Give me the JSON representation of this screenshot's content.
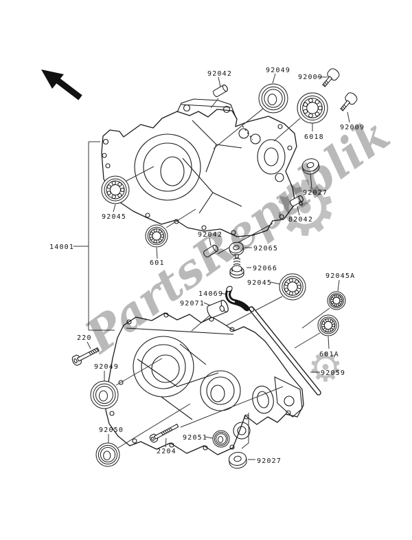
{
  "watermark": {
    "text": "PartsRepublik",
    "gear_icon": "⚙",
    "color": "#adadad"
  },
  "parts": [
    {
      "id": "92042-top",
      "label": "92042"
    },
    {
      "id": "92049-top",
      "label": "92049"
    },
    {
      "id": "92009-a",
      "label": "92009"
    },
    {
      "id": "6018",
      "label": "6018"
    },
    {
      "id": "92009-b",
      "label": "92009"
    },
    {
      "id": "92027-upper",
      "label": "92027"
    },
    {
      "id": "82042",
      "label": "82042"
    },
    {
      "id": "14001",
      "label": "14001"
    },
    {
      "id": "92045-left",
      "label": "92045"
    },
    {
      "id": "601",
      "label": "601"
    },
    {
      "id": "92042-mid",
      "label": "92042"
    },
    {
      "id": "92065",
      "label": "92065"
    },
    {
      "id": "92066",
      "label": "92066"
    },
    {
      "id": "92045-mid",
      "label": "92045"
    },
    {
      "id": "92045a",
      "label": "92045A"
    },
    {
      "id": "14069",
      "label": "14069"
    },
    {
      "id": "92071",
      "label": "92071"
    },
    {
      "id": "601a",
      "label": "601A"
    },
    {
      "id": "92059",
      "label": "92059"
    },
    {
      "id": "220",
      "label": "220"
    },
    {
      "id": "92049-lower",
      "label": "92049"
    },
    {
      "id": "92050",
      "label": "92050"
    },
    {
      "id": "2204",
      "label": "2204"
    },
    {
      "id": "92051",
      "label": "92051"
    },
    {
      "id": "92027-lower",
      "label": "92027"
    }
  ]
}
